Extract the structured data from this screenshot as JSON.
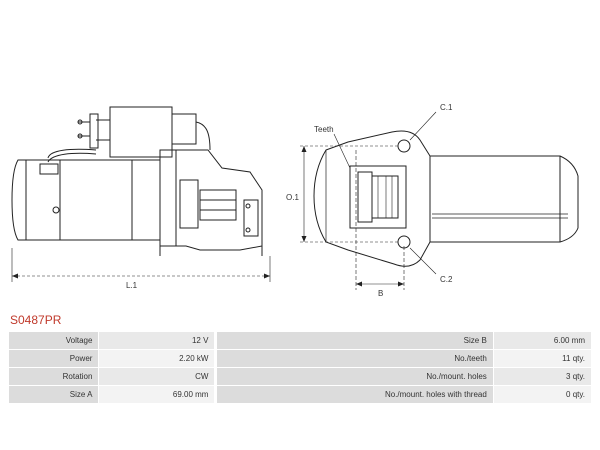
{
  "diagram": {
    "labels": {
      "c1": "C.1",
      "c2": "C.2",
      "teeth": "Teeth",
      "o1": "O.1",
      "l1": "L.1",
      "b": "B"
    }
  },
  "product": {
    "code": "S0487PR"
  },
  "specs": {
    "rows": [
      {
        "left_label": "Voltage",
        "left_value": "12 V",
        "right_label": "Size B",
        "right_value": "6.00 mm"
      },
      {
        "left_label": "Power",
        "left_value": "2.20 kW",
        "right_label": "No./teeth",
        "right_value": "11 qty."
      },
      {
        "left_label": "Rotation",
        "left_value": "CW",
        "right_label": "No./mount. holes",
        "right_value": "3 qty."
      },
      {
        "left_label": "Size A",
        "left_value": "69.00 mm",
        "right_label": "No./mount. holes with thread",
        "right_value": "0 qty."
      }
    ]
  }
}
